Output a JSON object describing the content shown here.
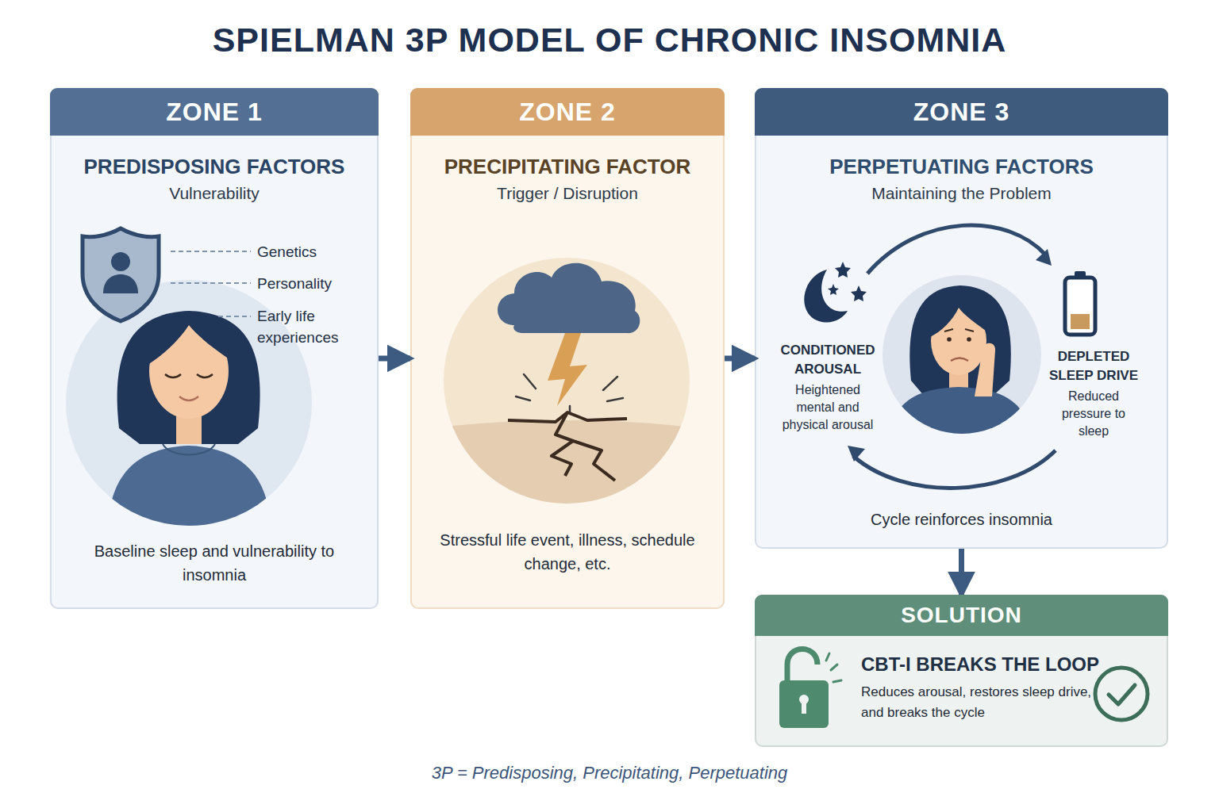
{
  "diagram": {
    "title": "SPIELMAN 3P MODEL OF CHRONIC INSOMNIA",
    "caption": "3P = Predisposing, Precipitating, Perpetuating",
    "nodes": [
      {
        "text": [
          "ZONE 1",
          "PREDISPOSING FACTORS",
          "Vulnerability",
          "Baseline sleep and vulnerability to insomnia"
        ]
      },
      {
        "text": [
          "ZONE 2",
          "PRECIPITATING FACTOR",
          "Trigger / Disruption",
          "Stressful life event, illness, schedule change, etc."
        ]
      },
      {
        "text": [
          "ZONE 3",
          "PERPETUATING FACTORS",
          "Maintaining the Problem",
          "Cycle reinforces insomnia"
        ]
      },
      {
        "text": [
          "SOLUTION",
          "CBT-I BREAKS THE LOOP",
          "Reduces arousal, restores sleep drive, and breaks the cycle"
        ]
      }
    ],
    "edges": [
      {
        "from": 0,
        "to": 1,
        "arrow": "to"
      },
      {
        "from": 1,
        "to": 2,
        "arrow": "to"
      },
      {
        "from": 2,
        "to": 3,
        "arrow": "to"
      }
    ],
    "labels": [
      "Genetics",
      "Personality",
      "Early life experiences",
      "CONDITIONED AROUSAL",
      "Heightened mental and physical arousal",
      "DEPLETED SLEEP DRIVE",
      "Reduced pressure to sleep"
    ]
  }
}
